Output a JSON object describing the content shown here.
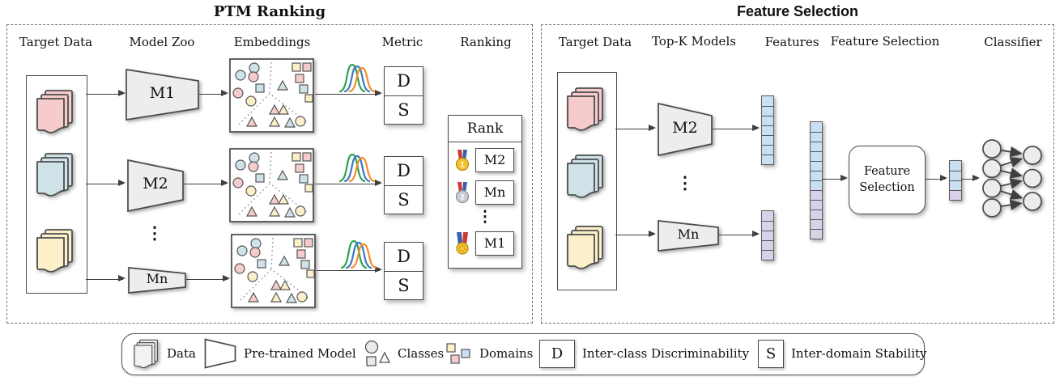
{
  "titles": {
    "ptm_ranking": "PTM Ranking",
    "feature_selection": "Feature Selection"
  },
  "glyphs": {
    "vdots": "⋮"
  },
  "colors": {
    "pink": "#F6CBCB",
    "blue": "#CFE2E8",
    "yellow": "#FBF0C9",
    "vecblue": "#CBDFF2",
    "vecpurple": "#D8D1E8",
    "modelfill": "#EDEDED",
    "nodefill": "#ECECEC",
    "curvegreen": "#2DA44E",
    "curveblue": "#3D78C2",
    "curveorange": "#F08E2B",
    "gold": "#F4C430",
    "golddark": "#B8860B",
    "silver": "#C9CED4",
    "silverdark": "#8A9097",
    "ribbonred": "#CC3B33",
    "ribbonblue": "#3C5FAB",
    "linecolor": "#3F3F3F",
    "bordercolor": "#4A4A4A",
    "grayfill": "#F2F2F2"
  },
  "ptm_ranking": {
    "columns": [
      "Target Data",
      "Model Zoo",
      "Embeddings",
      "Metric",
      "Ranking"
    ],
    "models": [
      "M1",
      "M2",
      "Mn"
    ],
    "metric": {
      "discriminability": "D",
      "stability": "S"
    },
    "rank_table": {
      "header": "Rank",
      "rows": [
        {
          "medal": "gold-medal-1",
          "medal_number": "1",
          "model": "M2"
        },
        {
          "medal": "silver-medal-2",
          "medal_number": "2",
          "model": "Mn"
        },
        {
          "medal": "sports-medal",
          "medal_number": "",
          "model": "M1"
        }
      ]
    }
  },
  "feature_selection": {
    "columns": [
      "Target Data",
      "Top-K Models",
      "Features",
      "Feature Selection",
      "Classifier"
    ],
    "models": [
      "M2",
      "Mn"
    ],
    "selector_label": "Feature Selection",
    "vectors": {
      "m2": {
        "segments": [
          [
            "vecblue",
            7
          ]
        ]
      },
      "mn": {
        "segments": [
          [
            "vecpurple",
            5
          ]
        ]
      },
      "combined": {
        "segments": [
          [
            "vecblue",
            7
          ],
          [
            "vecpurple",
            5
          ]
        ]
      },
      "selected": {
        "segments": [
          [
            "vecblue",
            3
          ],
          [
            "vecpurple",
            1
          ]
        ]
      }
    },
    "classifier": {
      "input_nodes": 4,
      "output_nodes": 3
    }
  },
  "legend": {
    "items": [
      {
        "icon": "data-stack-icon",
        "label": "Data"
      },
      {
        "icon": "pretrained-model-icon",
        "label": "Pre-trained Model"
      },
      {
        "icon": "classes-icon",
        "label": "Classes"
      },
      {
        "icon": "domains-icon",
        "label": "Domains"
      },
      {
        "symbol": "D",
        "label": "Inter-class Discriminability"
      },
      {
        "symbol": "S",
        "label": "Inter-domain Stability"
      }
    ]
  }
}
